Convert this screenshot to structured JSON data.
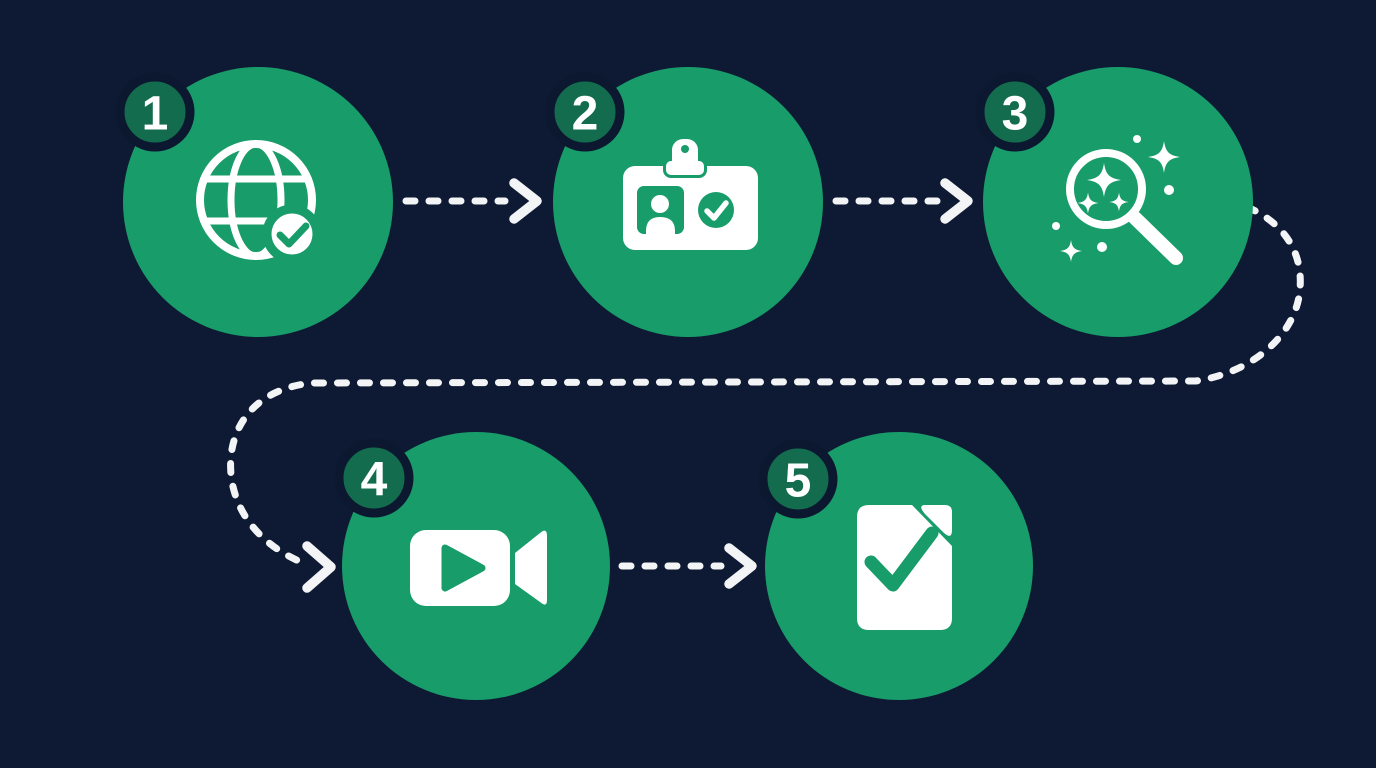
{
  "diagram": {
    "type": "process-flow",
    "step_count": 5,
    "steps": [
      {
        "number": "1",
        "icon": "globe-check-icon"
      },
      {
        "number": "2",
        "icon": "id-badge-check-icon"
      },
      {
        "number": "3",
        "icon": "magnifier-sparkles-icon"
      },
      {
        "number": "4",
        "icon": "video-camera-icon"
      },
      {
        "number": "5",
        "icon": "document-check-icon"
      }
    ],
    "connections": [
      {
        "from": "1",
        "to": "2",
        "style": "dashed-arrow"
      },
      {
        "from": "2",
        "to": "3",
        "style": "dashed-arrow"
      },
      {
        "from": "3",
        "to": "4",
        "style": "dashed-curve-arrow"
      },
      {
        "from": "4",
        "to": "5",
        "style": "dashed-arrow"
      }
    ]
  },
  "colors": {
    "bg": "#0e1a33",
    "circle": "#189c6a",
    "badge": "#146c4e",
    "badge_ring": "#0c1830",
    "icon": "#ffffff",
    "connector": "#f2f4f6"
  }
}
